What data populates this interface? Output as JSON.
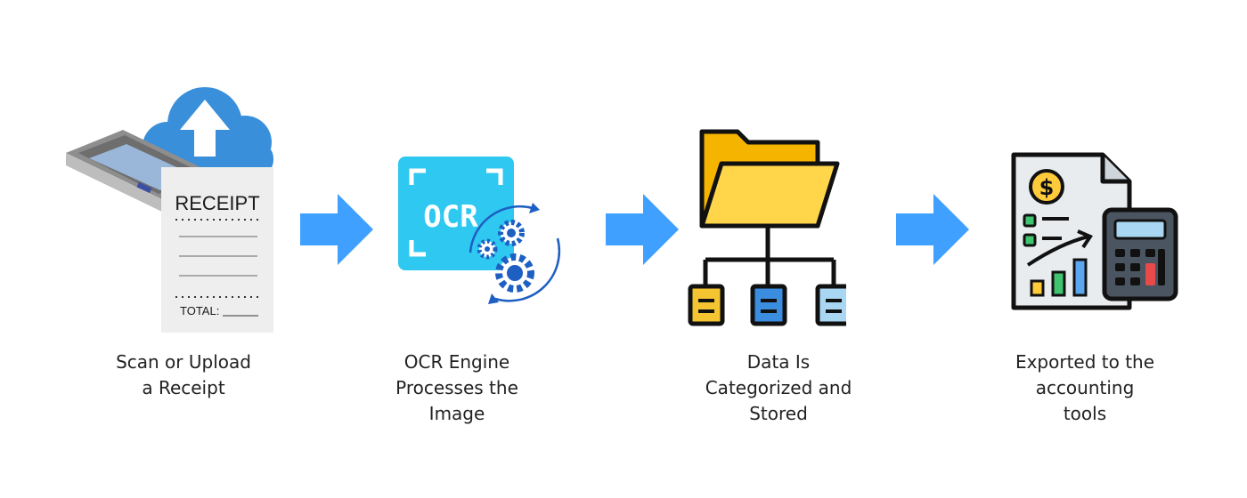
{
  "steps": [
    {
      "caption": "Scan or Upload\na Receipt",
      "icon": "scanner-receipt-upload-icon",
      "receipt_title": "RECEIPT",
      "receipt_total": "TOTAL:"
    },
    {
      "caption": "OCR Engine\nProcesses the\nImage",
      "icon": "ocr-gears-icon",
      "ocr_label": "OCR"
    },
    {
      "caption": "Data Is\nCategorized and\nStored",
      "icon": "folder-hierarchy-icon"
    },
    {
      "caption": "Exported to the\naccounting\ntools",
      "icon": "report-calculator-icon",
      "currency_symbol": "$"
    }
  ],
  "arrows": [
    "right-arrow-icon",
    "right-arrow-icon",
    "right-arrow-icon"
  ],
  "colors": {
    "arrow": "#3fa0ff",
    "cloud": "#3a8fdb",
    "ocr_tile": "#2ec8f0",
    "folder": "#ffcb3a",
    "gear": "#1d5fc2"
  }
}
